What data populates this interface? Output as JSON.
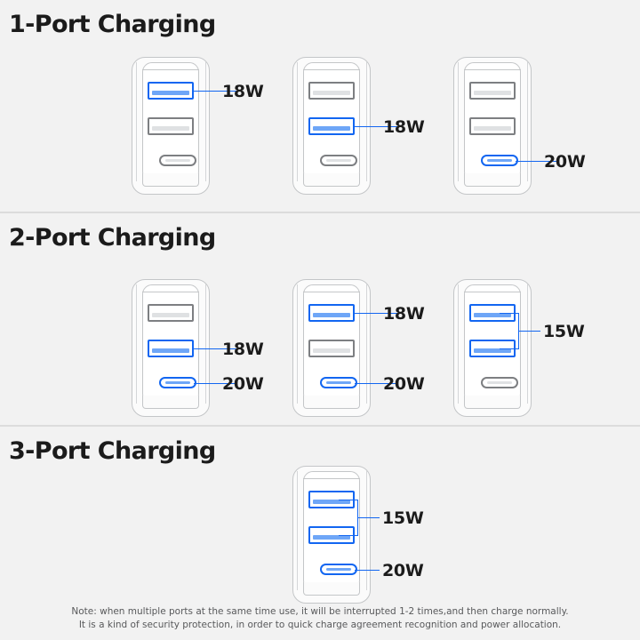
{
  "sections": [
    {
      "title": "1-Port Charging"
    },
    {
      "title": "2-Port Charging"
    },
    {
      "title": "3-Port Charging"
    }
  ],
  "labels": {
    "w18": "18W",
    "w20": "20W",
    "w15": "15W"
  },
  "note": {
    "line1": "Note: when multiple ports at the same time use, it will be interrupted 1-2 times,and then charge normally.",
    "line2": "It is a kind of security protection, in order to quick charge agreement recognition and power allocation."
  },
  "colors": {
    "accent": "#1266f1",
    "accent_fill": "#6ea6f7",
    "port_outline": "#7d7f82",
    "body_outline": "#c4c6c8",
    "background": "#f2f2f2",
    "divider": "#dcdcdc",
    "text": "#1b1b1b",
    "note_text": "#58595b"
  },
  "chargers": [
    {
      "section": "1-Port Charging",
      "index": 1,
      "ports": [
        {
          "type": "usb-a",
          "slot": 1,
          "active": true,
          "power": "18W"
        },
        {
          "type": "usb-a",
          "slot": 2,
          "active": false,
          "power": ""
        },
        {
          "type": "usb-c",
          "slot": 3,
          "active": false,
          "power": ""
        }
      ]
    },
    {
      "section": "1-Port Charging",
      "index": 2,
      "ports": [
        {
          "type": "usb-a",
          "slot": 1,
          "active": false,
          "power": ""
        },
        {
          "type": "usb-a",
          "slot": 2,
          "active": true,
          "power": "18W"
        },
        {
          "type": "usb-c",
          "slot": 3,
          "active": false,
          "power": ""
        }
      ]
    },
    {
      "section": "1-Port Charging",
      "index": 3,
      "ports": [
        {
          "type": "usb-a",
          "slot": 1,
          "active": false,
          "power": ""
        },
        {
          "type": "usb-a",
          "slot": 2,
          "active": false,
          "power": ""
        },
        {
          "type": "usb-c",
          "slot": 3,
          "active": true,
          "power": "20W"
        }
      ]
    },
    {
      "section": "2-Port Charging",
      "index": 1,
      "ports": [
        {
          "type": "usb-a",
          "slot": 1,
          "active": false,
          "power": ""
        },
        {
          "type": "usb-a",
          "slot": 2,
          "active": true,
          "power": "18W"
        },
        {
          "type": "usb-c",
          "slot": 3,
          "active": true,
          "power": "20W"
        }
      ]
    },
    {
      "section": "2-Port Charging",
      "index": 2,
      "ports": [
        {
          "type": "usb-a",
          "slot": 1,
          "active": true,
          "power": "18W"
        },
        {
          "type": "usb-a",
          "slot": 2,
          "active": false,
          "power": ""
        },
        {
          "type": "usb-c",
          "slot": 3,
          "active": true,
          "power": "20W"
        }
      ]
    },
    {
      "section": "2-Port Charging",
      "index": 3,
      "ports": [
        {
          "type": "usb-a",
          "slot": 1,
          "active": true,
          "power": "15W"
        },
        {
          "type": "usb-a",
          "slot": 2,
          "active": true,
          "power": "15W"
        },
        {
          "type": "usb-c",
          "slot": 3,
          "active": false,
          "power": ""
        }
      ],
      "bracket": {
        "power": "15W",
        "joins": [
          1,
          2
        ]
      }
    },
    {
      "section": "3-Port Charging",
      "index": 1,
      "ports": [
        {
          "type": "usb-a",
          "slot": 1,
          "active": true,
          "power": "15W"
        },
        {
          "type": "usb-a",
          "slot": 2,
          "active": true,
          "power": "15W"
        },
        {
          "type": "usb-c",
          "slot": 3,
          "active": true,
          "power": "20W"
        }
      ],
      "bracket": {
        "power": "15W",
        "joins": [
          1,
          2
        ]
      }
    }
  ]
}
